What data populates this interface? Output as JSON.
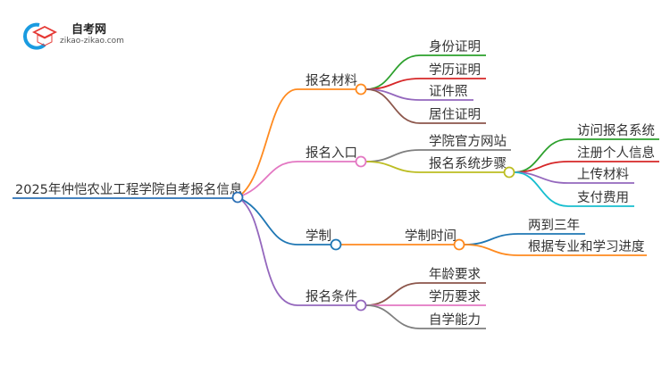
{
  "logo": {
    "title": "自考网",
    "subtitle": "zikao-zikao.com"
  },
  "root": {
    "label": "2025年仲恺农业工程学院自考报名信息",
    "color": "#2a6fb5"
  },
  "branches": [
    {
      "label": "报名材料",
      "color": "#ff8a1f",
      "children": [
        {
          "label": "身份证明",
          "color": "#2ca02c"
        },
        {
          "label": "学历证明",
          "color": "#d62728"
        },
        {
          "label": "证件照",
          "color": "#9467bd"
        },
        {
          "label": "居住证明",
          "color": "#8c564b"
        }
      ]
    },
    {
      "label": "报名入口",
      "color": "#e377c2",
      "children": [
        {
          "label": "学院官方网站",
          "color": "#7f7f7f"
        },
        {
          "label": "报名系统步骤",
          "color": "#bcbd22",
          "children": [
            {
              "label": "访问报名系统",
              "color": "#2ca02c"
            },
            {
              "label": "注册个人信息",
              "color": "#d62728"
            },
            {
              "label": "上传材料",
              "color": "#9467bd"
            },
            {
              "label": "支付费用",
              "color": "#17becf"
            }
          ]
        }
      ]
    },
    {
      "label": "学制",
      "color": "#1f77b4",
      "children": [
        {
          "label": "学制时间",
          "color": "#ff8a1f",
          "children": [
            {
              "label": "两到三年",
              "color": "#1f77b4"
            },
            {
              "label": "根据专业和学习进度",
              "color": "#ff8a1f"
            }
          ]
        }
      ]
    },
    {
      "label": "报名条件",
      "color": "#9467bd",
      "children": [
        {
          "label": "年龄要求",
          "color": "#8c564b"
        },
        {
          "label": "学历要求",
          "color": "#e377c2"
        },
        {
          "label": "自学能力",
          "color": "#7f7f7f"
        }
      ]
    }
  ]
}
